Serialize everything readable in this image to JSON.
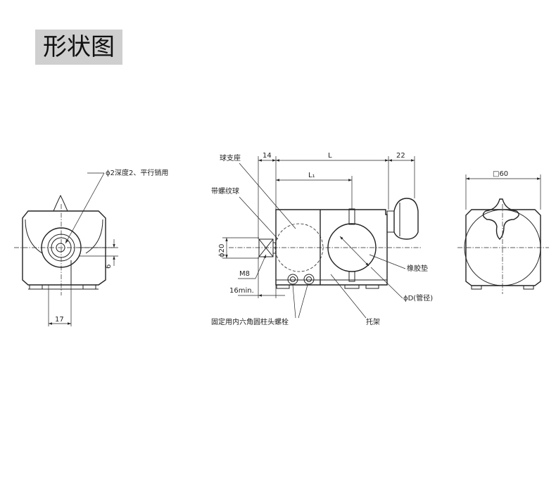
{
  "title": "形状图",
  "labels": {
    "pin_hole": "ϕ2深度2、平行销用",
    "dim_6": "6",
    "dim_17": "17",
    "ball_seat": "球支座",
    "threaded_ball": "带螺纹球",
    "dim_14": "14",
    "dim_L": "L",
    "dim_L1": "L₁",
    "dim_22": "22",
    "dim_phi20": "ϕ20",
    "dim_M8": "M8",
    "dim_16min": "16min.",
    "rubber_pad": "橡胶垫",
    "pipe_dia": "ϕD(管径)",
    "hex_bolt": "固定用内六角圆柱头螺栓",
    "bracket": "托架",
    "dim_60": "□60"
  }
}
